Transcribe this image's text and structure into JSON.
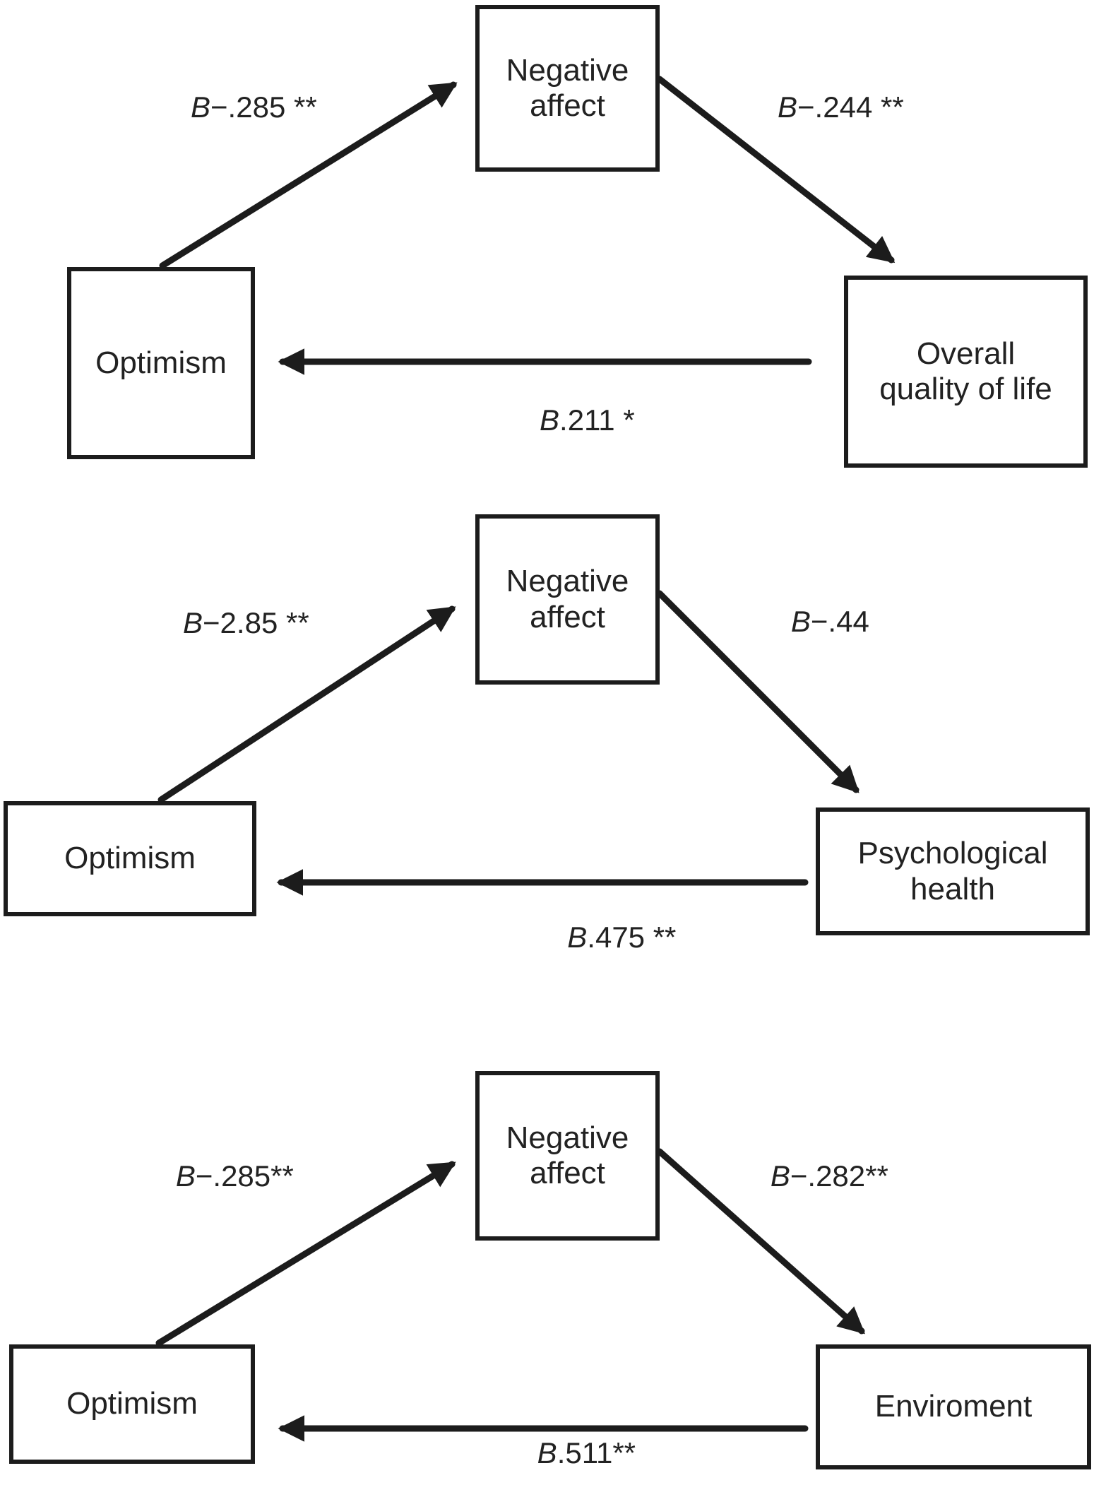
{
  "figure": {
    "description": "Mediation path diagrams: optimism, negative affect and quality-of-life outcomes",
    "diagrams": [
      {
        "top_box": {
          "line1": "Negative",
          "line2": "affect"
        },
        "left_box": {
          "line1": "Optimism",
          "line2": ""
        },
        "right_box": {
          "line1": "Overall",
          "line2": "quality of life"
        },
        "path_a": {
          "coef": "B",
          "value": "−.285 **"
        },
        "path_b": {
          "coef": "B",
          "value": "−.244 **"
        },
        "path_c": {
          "coef": "B",
          "value": ".211 *"
        }
      },
      {
        "top_box": {
          "line1": "Negative",
          "line2": "affect"
        },
        "left_box": {
          "line1": "Optimism",
          "line2": ""
        },
        "right_box": {
          "line1": "Psychological",
          "line2": "health"
        },
        "path_a": {
          "coef": "B",
          "value": "−2.85 **"
        },
        "path_b": {
          "coef": "B",
          "value": "−.44"
        },
        "path_c": {
          "coef": "B",
          "value": ".475 **"
        }
      },
      {
        "top_box": {
          "line1": "Negative",
          "line2": "affect"
        },
        "left_box": {
          "line1": "Optimism",
          "line2": ""
        },
        "right_box": {
          "line1": "Enviroment",
          "line2": ""
        },
        "path_a": {
          "coef": "B",
          "value": "−.285**"
        },
        "path_b": {
          "coef": "B",
          "value": "−.282**"
        },
        "path_c": {
          "coef": "B",
          "value": ".511**"
        }
      }
    ]
  }
}
